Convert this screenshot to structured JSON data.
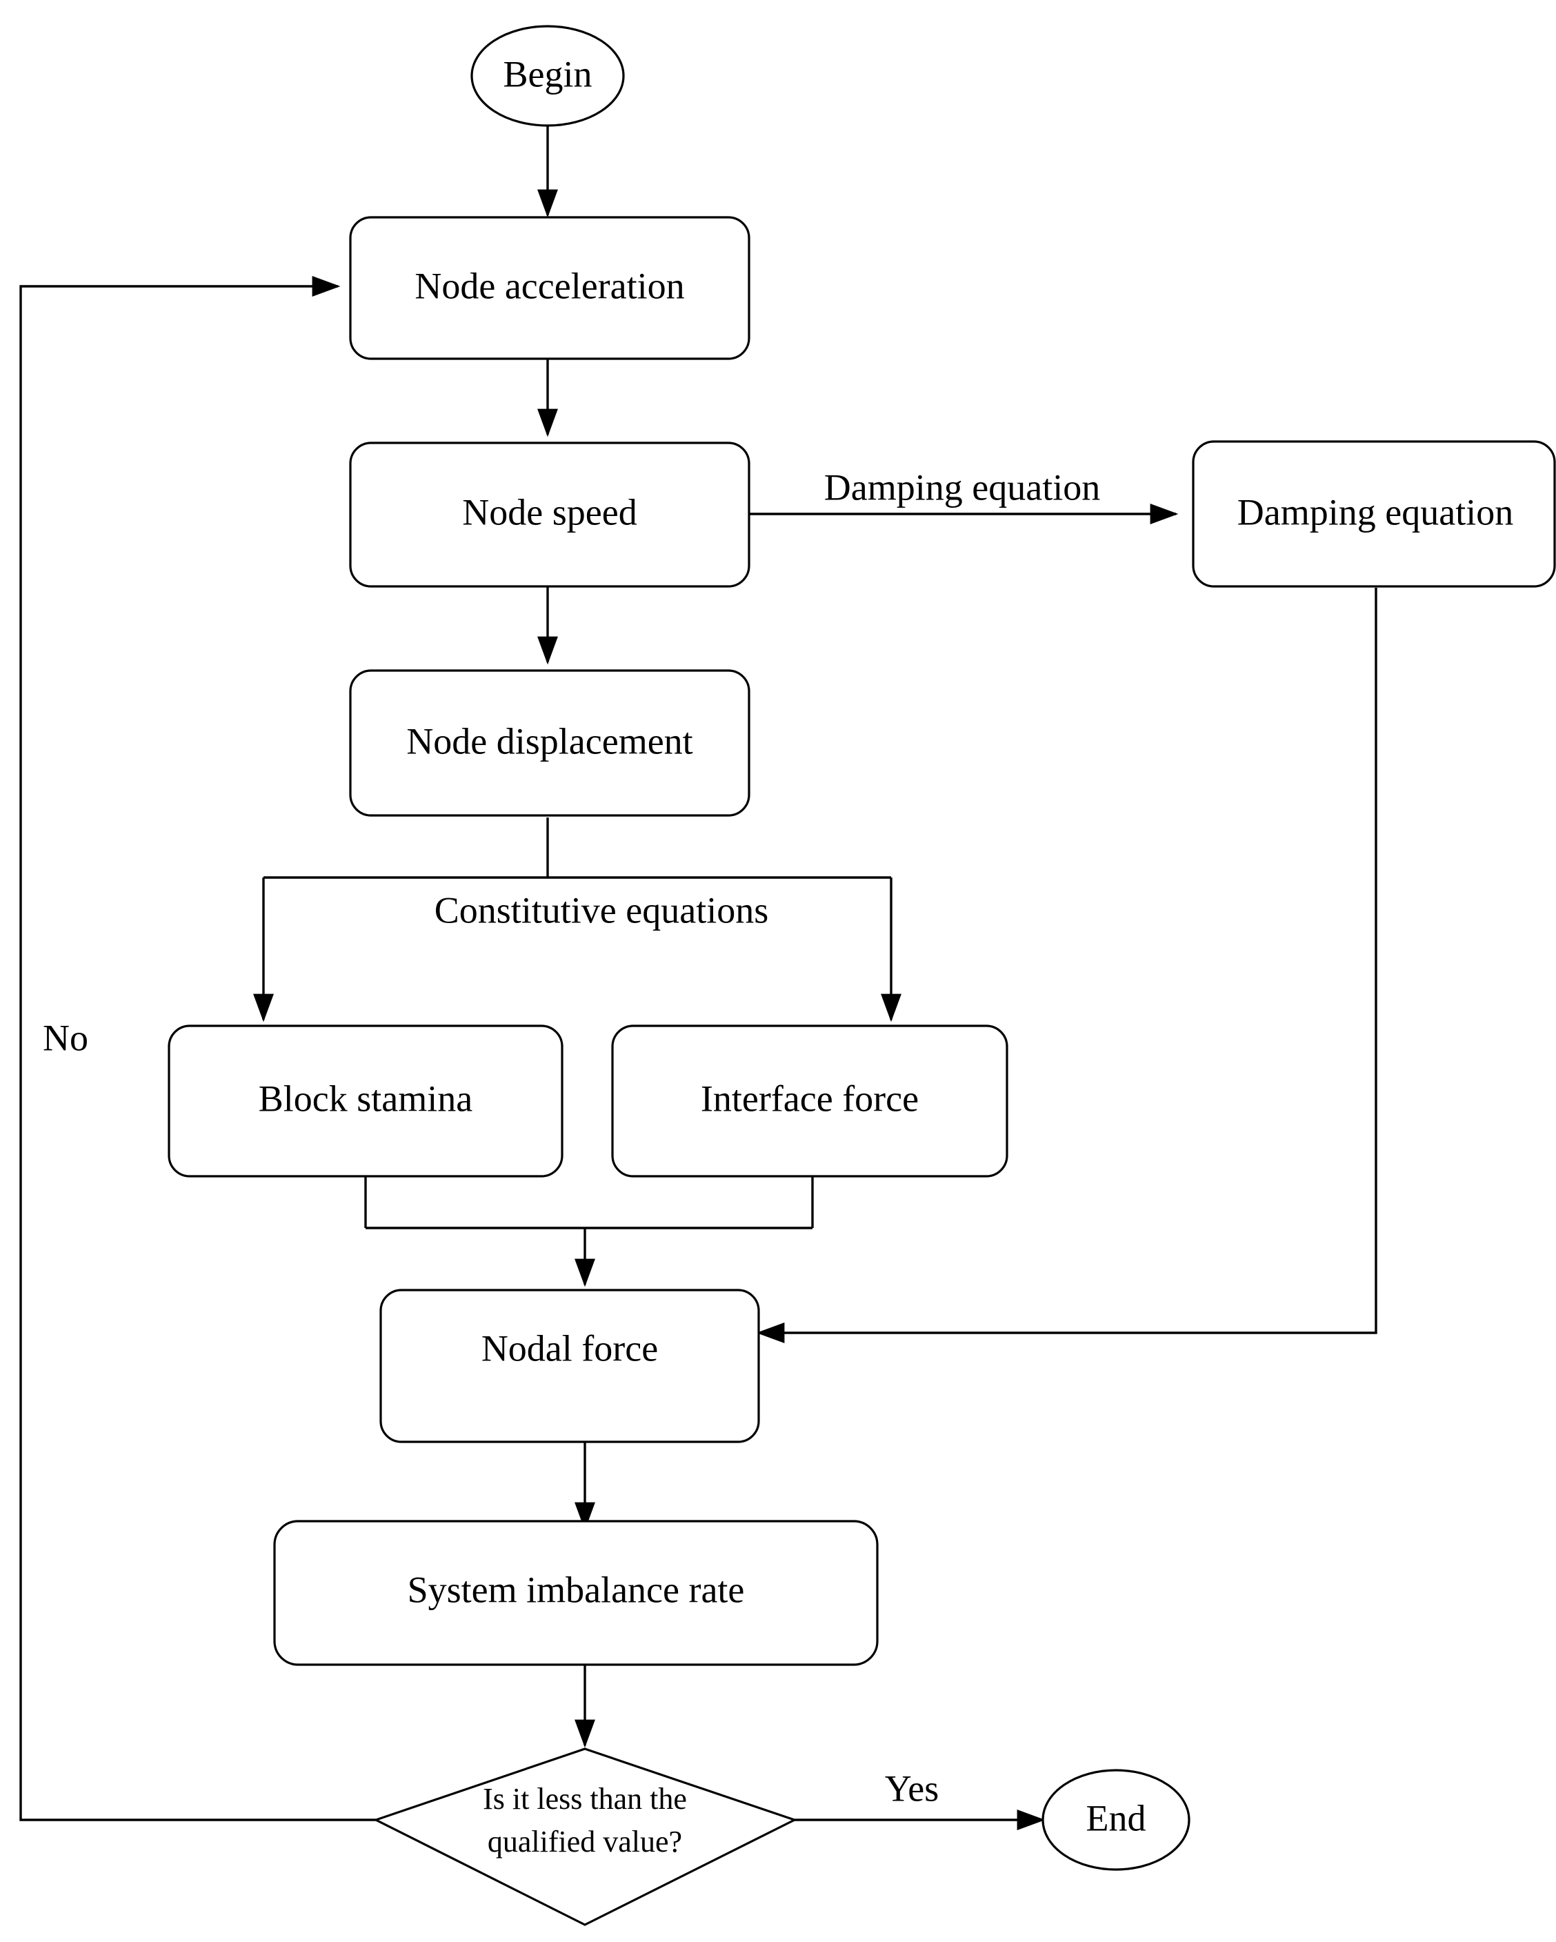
{
  "diagram": {
    "type": "flowchart",
    "title": "",
    "orientation": "top-to-bottom",
    "background_color": "#ffffff",
    "line_color": "#000000",
    "text_color": "#000000"
  },
  "nodes": {
    "begin": {
      "label": "Begin",
      "shape": "ellipse"
    },
    "node_acceleration": {
      "label": "Node acceleration",
      "shape": "rounded-rectangle"
    },
    "node_speed": {
      "label": "Node speed",
      "shape": "rounded-rectangle"
    },
    "damping_equation": {
      "label": "Damping equation",
      "shape": "rounded-rectangle"
    },
    "node_displacement": {
      "label": "Node displacement",
      "shape": "rounded-rectangle"
    },
    "block_stamina": {
      "label": "Block stamina",
      "shape": "rounded-rectangle"
    },
    "interface_force": {
      "label": "Interface force",
      "shape": "rounded-rectangle"
    },
    "nodal_force": {
      "label": "Nodal force",
      "shape": "rounded-rectangle"
    },
    "system_imbalance_rate": {
      "label": "System imbalance rate",
      "shape": "rounded-rectangle"
    },
    "decision": {
      "label_line1": "Is it less than the",
      "label_line2": "qualified value?",
      "shape": "diamond"
    },
    "end": {
      "label": "End",
      "shape": "ellipse"
    }
  },
  "edge_labels": {
    "damping_equation": "Damping equation",
    "constitutive_equations": "Constitutive equations",
    "yes": "Yes",
    "no": "No"
  },
  "edges": [
    {
      "from": "begin",
      "to": "node_acceleration",
      "label": ""
    },
    {
      "from": "node_acceleration",
      "to": "node_speed",
      "label": ""
    },
    {
      "from": "node_speed",
      "to": "damping_equation",
      "label": "Damping equation"
    },
    {
      "from": "node_speed",
      "to": "node_displacement",
      "label": ""
    },
    {
      "from": "node_displacement",
      "to": "block_stamina",
      "label": "Constitutive equations"
    },
    {
      "from": "node_displacement",
      "to": "interface_force",
      "label": "Constitutive equations"
    },
    {
      "from": "block_stamina",
      "to": "nodal_force",
      "label": ""
    },
    {
      "from": "interface_force",
      "to": "nodal_force",
      "label": ""
    },
    {
      "from": "damping_equation",
      "to": "nodal_force",
      "label": ""
    },
    {
      "from": "nodal_force",
      "to": "system_imbalance_rate",
      "label": ""
    },
    {
      "from": "system_imbalance_rate",
      "to": "decision",
      "label": ""
    },
    {
      "from": "decision",
      "to": "end",
      "label": "Yes"
    },
    {
      "from": "decision",
      "to": "node_acceleration",
      "label": "No"
    }
  ]
}
